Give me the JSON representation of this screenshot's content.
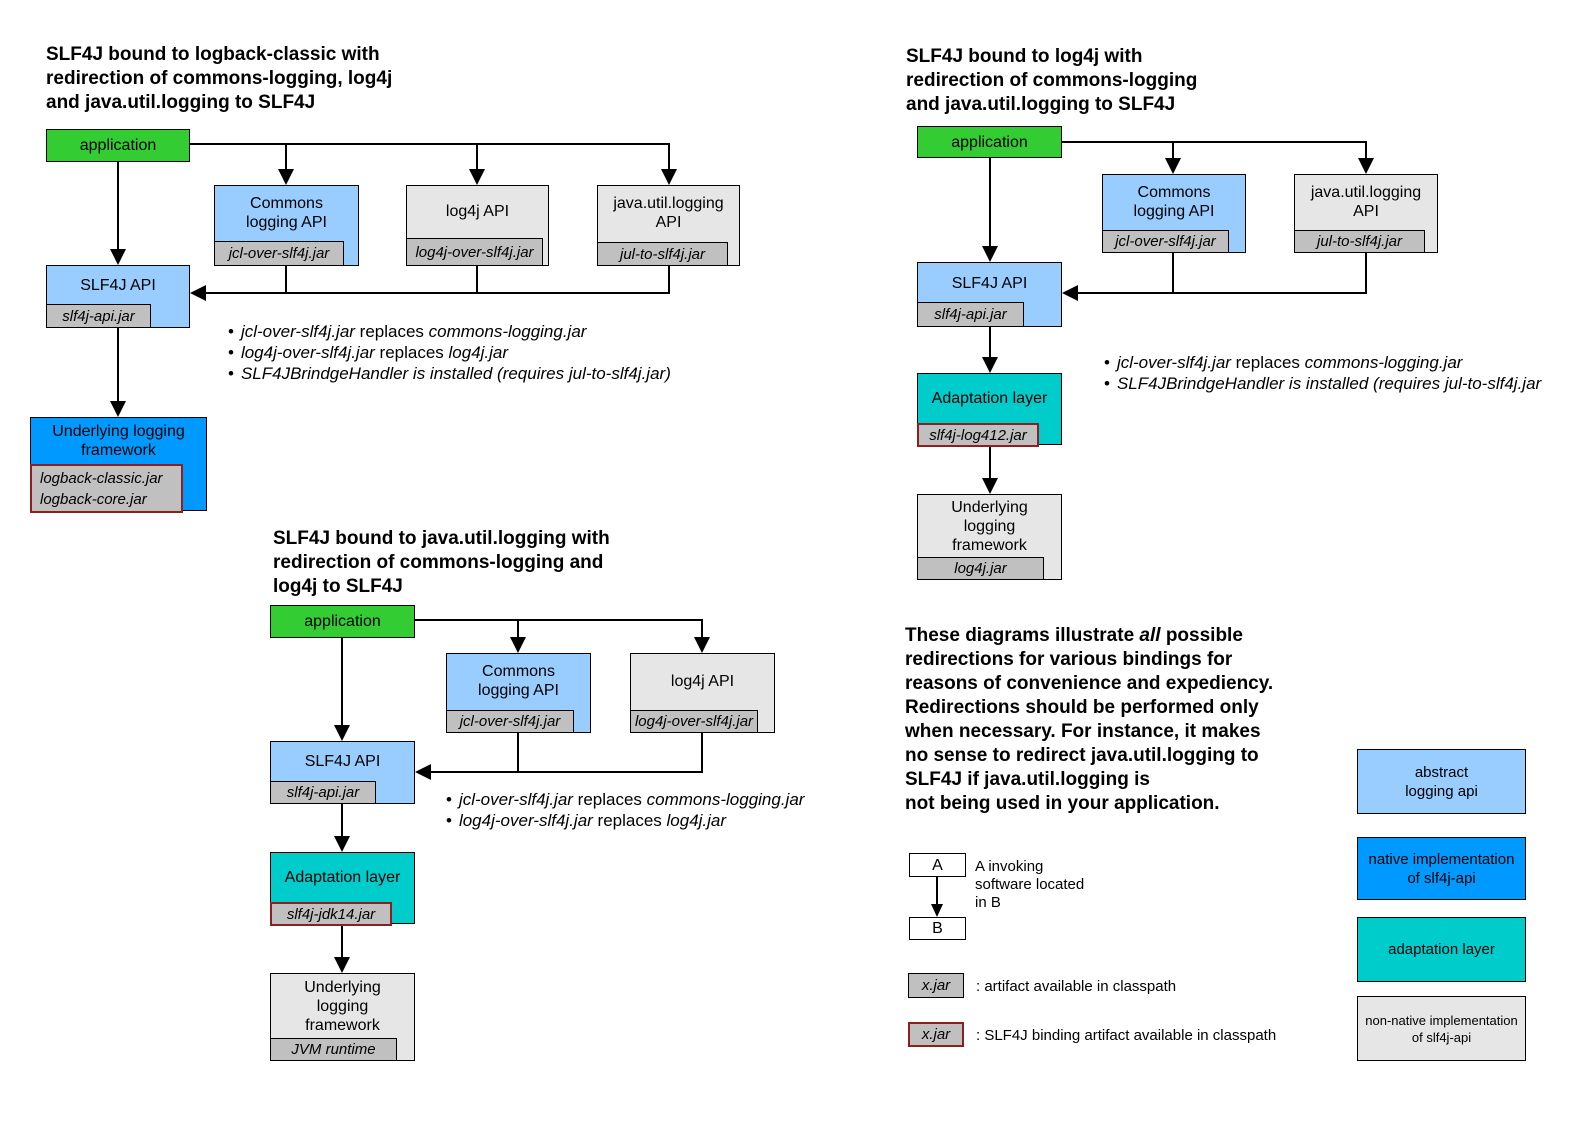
{
  "glyphs": {
    "bullet": "•"
  },
  "colors": {
    "application_green": "#33cc33",
    "abstract_api_blue": "#99ccff",
    "native_impl_blue": "#0099ff",
    "adaptation_teal": "#00cccc",
    "nonnative_gray": "#e6e6e6",
    "jar_gray": "#c0c0c0",
    "binding_border_red": "#8b2020"
  },
  "diagram1": {
    "title_lines": [
      "SLF4J bound to logback-classic with",
      "redirection of commons-logging, log4j",
      "and java.util.logging to SLF4J"
    ],
    "application": "application",
    "commons_label_lines": [
      "Commons",
      "logging API"
    ],
    "commons_jar": "jcl-over-slf4j.jar",
    "log4j_label": "log4j API",
    "log4j_jar": "log4j-over-slf4j.jar",
    "jul_label_lines": [
      "java.util.logging",
      "API"
    ],
    "jul_jar": "jul-to-slf4j.jar",
    "slf4j_label": "SLF4J API",
    "slf4j_jar": "slf4j-api.jar",
    "underlying_label_lines": [
      "Underlying logging",
      "framework"
    ],
    "underlying_jar_lines": [
      "logback-classic.jar",
      "logback-core.jar"
    ],
    "bullets": [
      {
        "jar1": "jcl-over-slf4j.jar",
        "mid": " replaces ",
        "jar2": "commons-logging.jar"
      },
      {
        "jar1": "log4j-over-slf4j.jar",
        "mid": " replaces ",
        "jar2": "log4j.jar"
      }
    ],
    "bullet3": "SLF4JBrindgeHandler is installed (requires jul-to-slf4j.jar)"
  },
  "diagram2": {
    "title_lines": [
      "SLF4J bound to log4j with",
      "redirection of commons-logging",
      "and java.util.logging to SLF4J"
    ],
    "application": "application",
    "commons_label_lines": [
      "Commons",
      "logging API"
    ],
    "commons_jar": "jcl-over-slf4j.jar",
    "jul_label_lines": [
      "java.util.logging",
      "API"
    ],
    "jul_jar": "jul-to-slf4j.jar",
    "slf4j_label": "SLF4J API",
    "slf4j_jar": "slf4j-api.jar",
    "adaptation_label": "Adaptation layer",
    "adaptation_jar": "slf4j-log412.jar",
    "underlying_label_lines": [
      "Underlying",
      "logging",
      "framework"
    ],
    "underlying_jar": "log4j.jar",
    "bullets": [
      {
        "jar1": "jcl-over-slf4j.jar",
        "mid": " replaces ",
        "jar2": "commons-logging.jar"
      }
    ],
    "bullet2": "SLF4JBrindgeHandler is installed (requires jul-to-slf4j.jar"
  },
  "diagram3": {
    "title_lines": [
      "SLF4J bound to java.util.logging with",
      "redirection of commons-logging and",
      "log4j to SLF4J"
    ],
    "application": "application",
    "commons_label_lines": [
      "Commons",
      "logging API"
    ],
    "commons_jar": "jcl-over-slf4j.jar",
    "log4j_label": "log4j API",
    "log4j_jar": "log4j-over-slf4j.jar",
    "slf4j_label": "SLF4J API",
    "slf4j_jar": "slf4j-api.jar",
    "adaptation_label": "Adaptation layer",
    "adaptation_jar": "slf4j-jdk14.jar",
    "underlying_label_lines": [
      "Underlying",
      "logging",
      "framework"
    ],
    "underlying_jar": "JVM runtime",
    "bullets": [
      {
        "jar1": "jcl-over-slf4j.jar",
        "mid": " replaces ",
        "jar2": "commons-logging.jar"
      },
      {
        "jar1": "log4j-over-slf4j.jar",
        "mid": " replaces ",
        "jar2": "log4j.jar"
      }
    ]
  },
  "note": {
    "line1": {
      "pre": "These diagrams illustrate ",
      "em": "all",
      "post": " possible"
    },
    "rest_lines": [
      "redirections for various bindings for",
      "reasons of convenience and expediency.",
      "Redirections should be performed only",
      "when necessary. For instance, it makes",
      "no sense to redirect java.util.logging to",
      "SLF4J if java.util.logging is",
      "not being used in your application."
    ]
  },
  "legend": {
    "a_label": "A",
    "b_label": "B",
    "ab_text_lines": [
      "A invoking",
      "software located",
      "in B"
    ],
    "xjar_label": "x.jar",
    "xjar_desc": ": artifact available in classpath",
    "xjar_binding_label": "x.jar",
    "xjar_binding_desc": ": SLF4J binding artifact available in classpath",
    "abstract_box_lines": [
      "abstract",
      "logging api"
    ],
    "native_box_lines": [
      "native implementation",
      "of slf4j-api"
    ],
    "adaptation_box_lines": [
      "adaptation layer"
    ],
    "nonnative_box_lines": [
      "non-native implementation",
      "of slf4j-api"
    ]
  }
}
